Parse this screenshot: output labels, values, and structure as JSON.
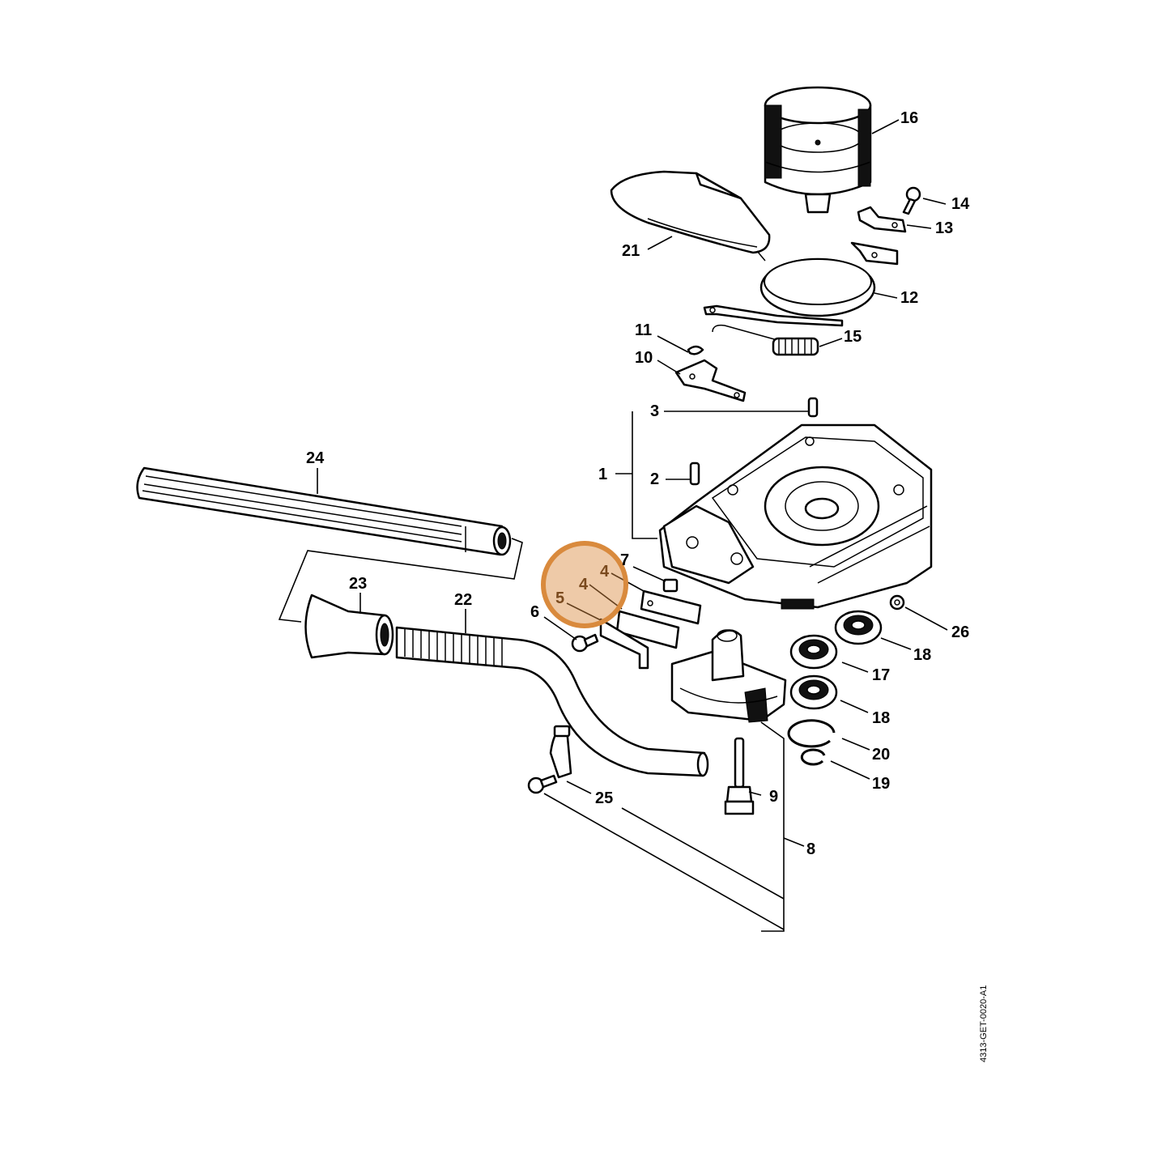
{
  "diagram": {
    "reference_code": "4313-GET-0020-A1",
    "highlight_color": "#D98A3D",
    "callouts": {
      "c1": "1",
      "c2": "2",
      "c3": "3",
      "c4a": "4",
      "c4b": "4",
      "c5": "5",
      "c6": "6",
      "c7": "7",
      "c8": "8",
      "c9": "9",
      "c10": "10",
      "c11": "11",
      "c12": "12",
      "c13": "13",
      "c14": "14",
      "c15": "15",
      "c16": "16",
      "c17": "17",
      "c18a": "18",
      "c18b": "18",
      "c19": "19",
      "c20": "20",
      "c21": "21",
      "c22": "22",
      "c23": "23",
      "c24": "24",
      "c25": "25",
      "c26": "26"
    },
    "highlighted_callouts": [
      "4",
      "4",
      "5"
    ]
  }
}
